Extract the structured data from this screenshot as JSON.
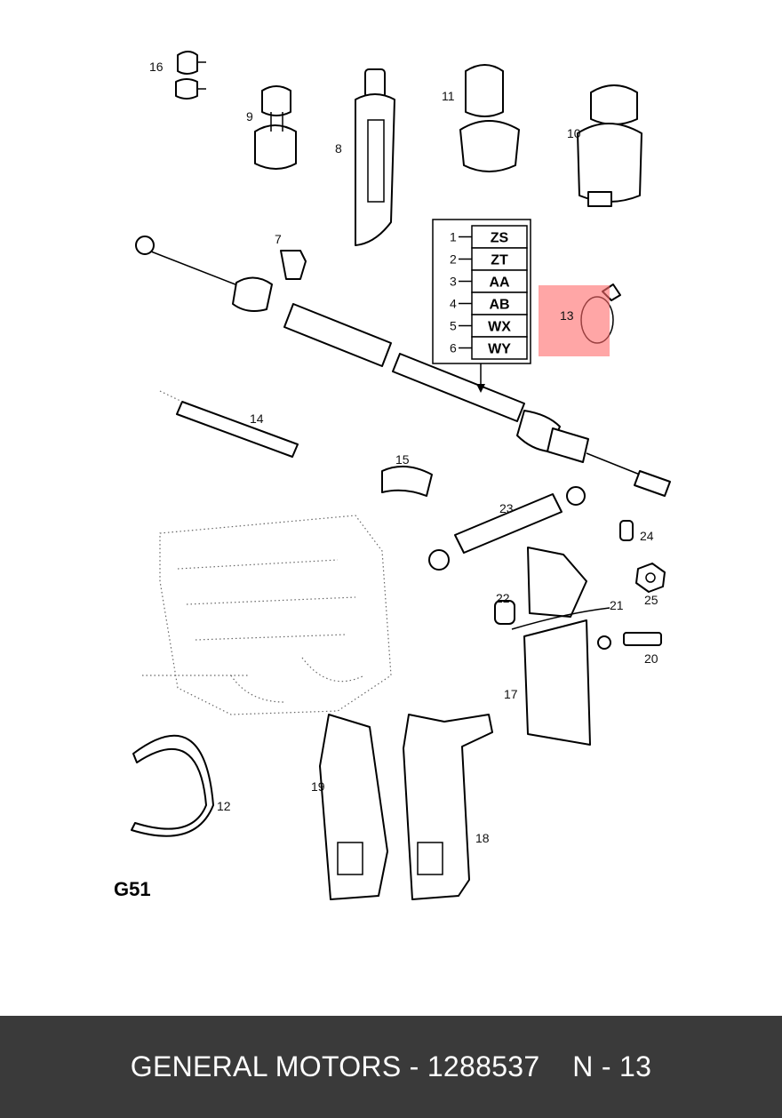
{
  "diagram": {
    "section_label": "G51",
    "callouts": [
      "16",
      "9",
      "8",
      "11",
      "10",
      "7",
      "13",
      "14",
      "15",
      "23",
      "24",
      "25",
      "22",
      "21",
      "20",
      "17",
      "12",
      "19",
      "18"
    ],
    "code_table": [
      {
        "num": "1",
        "code": "ZS"
      },
      {
        "num": "2",
        "code": "ZT"
      },
      {
        "num": "3",
        "code": "AA"
      },
      {
        "num": "4",
        "code": "AB"
      },
      {
        "num": "5",
        "code": "WX"
      },
      {
        "num": "6",
        "code": "WY"
      }
    ],
    "highlight_color": "#ff6b6b"
  },
  "footer": {
    "brand": "GENERAL MOTORS",
    "separator": " - ",
    "part_number": "1288537",
    "ref": "N - 13"
  }
}
